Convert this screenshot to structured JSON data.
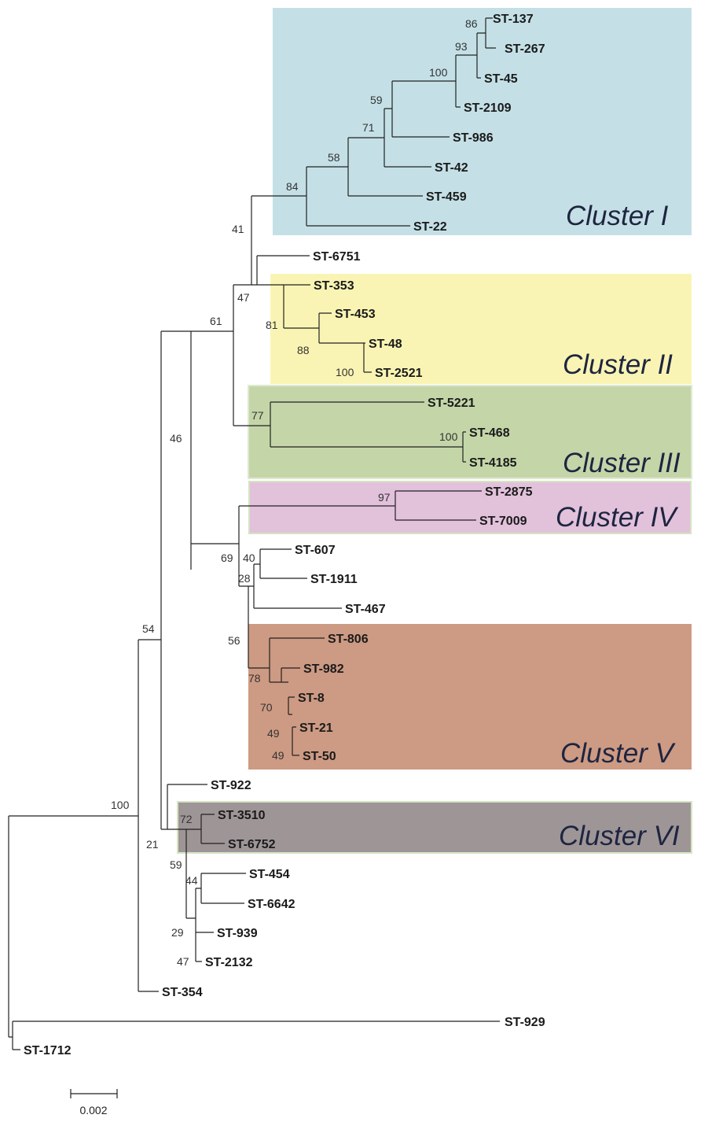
{
  "clusters": [
    {
      "label": "Cluster I",
      "color": "#c4e0e6"
    },
    {
      "label": "Cluster II",
      "color": "#faf4b4"
    },
    {
      "label": "Cluster III",
      "color": "#c4d6a8"
    },
    {
      "label": "Cluster IV",
      "color": "#e2c1db"
    },
    {
      "label": "Cluster V",
      "color": "#cd9a83"
    },
    {
      "label": "Cluster VI",
      "color": "#9e9597"
    }
  ],
  "tips": [
    "ST-137",
    "ST-267",
    "ST-45",
    "ST-2109",
    "ST-986",
    "ST-42",
    "ST-459",
    "ST-22",
    "ST-6751",
    "ST-353",
    "ST-453",
    "ST-48",
    "ST-2521",
    "ST-5221",
    "ST-468",
    "ST-4185",
    "ST-2875",
    "ST-7009",
    "ST-607",
    "ST-1911",
    "ST-467",
    "ST-806",
    "ST-982",
    "ST-8",
    "ST-21",
    "ST-50",
    "ST-922",
    "ST-3510",
    "ST-6752",
    "ST-454",
    "ST-6642",
    "ST-939",
    "ST-2132",
    "ST-354",
    "ST-929",
    "ST-1712"
  ],
  "bootstrap": [
    "86",
    "93",
    "100",
    "59",
    "71",
    "58",
    "84",
    "41",
    "47",
    "81",
    "88",
    "100",
    "61",
    "77",
    "100",
    "46",
    "97",
    "69",
    "40",
    "28",
    "56",
    "78",
    "70",
    "49",
    "49",
    "54",
    "100",
    "21",
    "72",
    "59",
    "44",
    "29",
    "47"
  ],
  "scale_bar": {
    "label": "0.002",
    "value": 0.002
  }
}
